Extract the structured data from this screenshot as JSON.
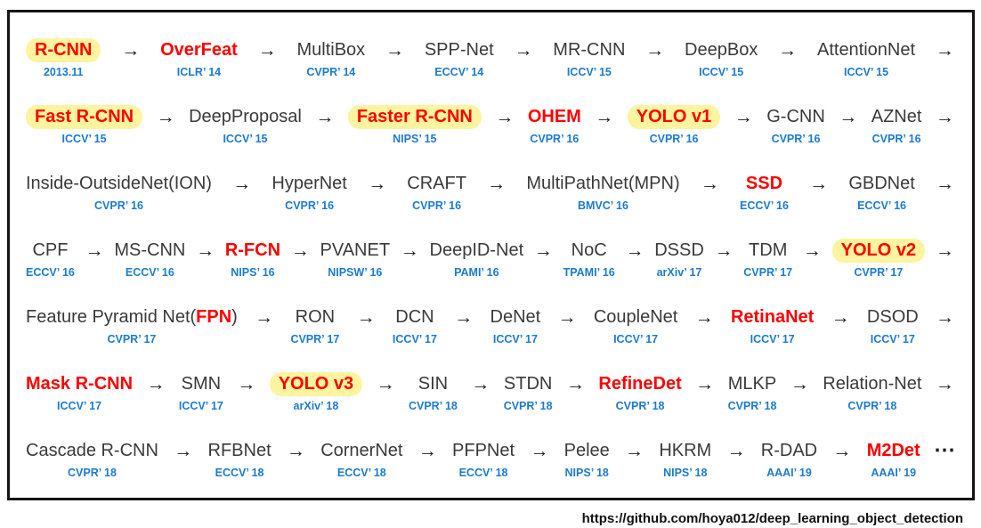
{
  "source_link": "https://github.com/hoya012/deep_learning_object_detection",
  "colors": {
    "red": "#fe0000",
    "blue": "#1b7bd0",
    "black": "#3a3a3a",
    "highlight": "#fdf49f",
    "border": "#141414"
  },
  "arrow_glyph": "→",
  "ellipsis_glyph": "⋯",
  "rows": [
    {
      "end": "arrow",
      "items": [
        {
          "name": "R-CNN",
          "venue": "2013.11",
          "red": true,
          "highlight": true
        },
        {
          "name": "OverFeat",
          "venue": "ICLR’ 14",
          "red": true,
          "highlight": false
        },
        {
          "name": "MultiBox",
          "venue": "CVPR’ 14",
          "red": false,
          "highlight": false
        },
        {
          "name": "SPP-Net",
          "venue": "ECCV’ 14",
          "red": false,
          "highlight": false
        },
        {
          "name": "MR-CNN",
          "venue": "ICCV’ 15",
          "red": false,
          "highlight": false
        },
        {
          "name": "DeepBox",
          "venue": "ICCV’ 15",
          "red": false,
          "highlight": false
        },
        {
          "name": "AttentionNet",
          "venue": "ICCV’ 15",
          "red": false,
          "highlight": false
        }
      ]
    },
    {
      "end": "arrow",
      "items": [
        {
          "name": "Fast R-CNN",
          "venue": "ICCV’ 15",
          "red": true,
          "highlight": true
        },
        {
          "name": "DeepProposal",
          "venue": "ICCV’ 15",
          "red": false,
          "highlight": false
        },
        {
          "name": "Faster R-CNN",
          "venue": "NIPS’ 15",
          "red": true,
          "highlight": true
        },
        {
          "name": "OHEM",
          "venue": "CVPR’ 16",
          "red": true,
          "highlight": false
        },
        {
          "name": "YOLO v1",
          "venue": "CVPR’ 16",
          "red": true,
          "highlight": true
        },
        {
          "name": "G-CNN",
          "venue": "CVPR’ 16",
          "red": false,
          "highlight": false
        },
        {
          "name": "AZNet",
          "venue": "CVPR’ 16",
          "red": false,
          "highlight": false
        }
      ]
    },
    {
      "end": "arrow",
      "items": [
        {
          "name": "Inside-OutsideNet(ION)",
          "venue": "CVPR’ 16",
          "red": false,
          "highlight": false
        },
        {
          "name": "HyperNet",
          "venue": "CVPR’ 16",
          "red": false,
          "highlight": false
        },
        {
          "name": "CRAFT",
          "venue": "CVPR’ 16",
          "red": false,
          "highlight": false
        },
        {
          "name": "MultiPathNet(MPN)",
          "venue": "BMVC’ 16",
          "red": false,
          "highlight": false
        },
        {
          "name": "SSD",
          "venue": "ECCV’ 16",
          "red": true,
          "highlight": false
        },
        {
          "name": "GBDNet",
          "venue": "ECCV’ 16",
          "red": false,
          "highlight": false
        }
      ]
    },
    {
      "end": "arrow",
      "items": [
        {
          "name": "CPF",
          "venue": "ECCV’ 16",
          "red": false,
          "highlight": false
        },
        {
          "name": "MS-CNN",
          "venue": "ECCV’ 16",
          "red": false,
          "highlight": false
        },
        {
          "name": "R-FCN",
          "venue": "NIPS’ 16",
          "red": true,
          "highlight": false
        },
        {
          "name": "PVANET",
          "venue": "NIPSW’ 16",
          "red": false,
          "highlight": false
        },
        {
          "name": "DeepID-Net",
          "venue": "PAMI’ 16",
          "red": false,
          "highlight": false
        },
        {
          "name": "NoC",
          "venue": "TPAMI’ 16",
          "red": false,
          "highlight": false
        },
        {
          "name": "DSSD",
          "venue": "arXiv’ 17",
          "red": false,
          "highlight": false
        },
        {
          "name": "TDM",
          "venue": "CVPR’ 17",
          "red": false,
          "highlight": false
        },
        {
          "name": "YOLO v2",
          "venue": "CVPR’ 17",
          "red": true,
          "highlight": true
        }
      ]
    },
    {
      "end": "arrow",
      "items": [
        {
          "name": "Feature Pyramid Net(FPN)",
          "venue": "CVPR’ 17",
          "red": false,
          "highlight": false,
          "parts": [
            {
              "text": "Feature Pyramid Net(",
              "red": false
            },
            {
              "text": "FPN",
              "red": true
            },
            {
              "text": ")",
              "red": false
            }
          ]
        },
        {
          "name": "RON",
          "venue": "CVPR’ 17",
          "red": false,
          "highlight": false
        },
        {
          "name": "DCN",
          "venue": "ICCV’ 17",
          "red": false,
          "highlight": false
        },
        {
          "name": "DeNet",
          "venue": "ICCV’ 17",
          "red": false,
          "highlight": false
        },
        {
          "name": "CoupleNet",
          "venue": "ICCV’ 17",
          "red": false,
          "highlight": false
        },
        {
          "name": "RetinaNet",
          "venue": "ICCV’ 17",
          "red": true,
          "highlight": false
        },
        {
          "name": "DSOD",
          "venue": "ICCV’ 17",
          "red": false,
          "highlight": false
        }
      ]
    },
    {
      "end": "arrow",
      "items": [
        {
          "name": "Mask R-CNN",
          "venue": "ICCV’ 17",
          "red": true,
          "highlight": false
        },
        {
          "name": "SMN",
          "venue": "ICCV’ 17",
          "red": false,
          "highlight": false
        },
        {
          "name": "YOLO v3",
          "venue": "arXiv’ 18",
          "red": true,
          "highlight": true
        },
        {
          "name": "SIN",
          "venue": "CVPR’ 18",
          "red": false,
          "highlight": false
        },
        {
          "name": "STDN",
          "venue": "CVPR’ 18",
          "red": false,
          "highlight": false
        },
        {
          "name": "RefineDet",
          "venue": "CVPR’ 18",
          "red": true,
          "highlight": false
        },
        {
          "name": "MLKP",
          "venue": "CVPR’ 18",
          "red": false,
          "highlight": false
        },
        {
          "name": "Relation-Net",
          "venue": "CVPR’ 18",
          "red": false,
          "highlight": false
        }
      ]
    },
    {
      "end": "dots",
      "items": [
        {
          "name": "Cascade R-CNN",
          "venue": "CVPR’ 18",
          "red": false,
          "highlight": false
        },
        {
          "name": "RFBNet",
          "venue": "ECCV’ 18",
          "red": false,
          "highlight": false
        },
        {
          "name": "CornerNet",
          "venue": "ECCV’ 18",
          "red": false,
          "highlight": false
        },
        {
          "name": "PFPNet",
          "venue": "ECCV’ 18",
          "red": false,
          "highlight": false
        },
        {
          "name": "Pelee",
          "venue": "NIPS’ 18",
          "red": false,
          "highlight": false
        },
        {
          "name": "HKRM",
          "venue": "NIPS’ 18",
          "red": false,
          "highlight": false
        },
        {
          "name": "R-DAD",
          "venue": "AAAI’ 19",
          "red": false,
          "highlight": false
        },
        {
          "name": "M2Det",
          "venue": "AAAI’ 19",
          "red": true,
          "highlight": false
        }
      ]
    }
  ]
}
